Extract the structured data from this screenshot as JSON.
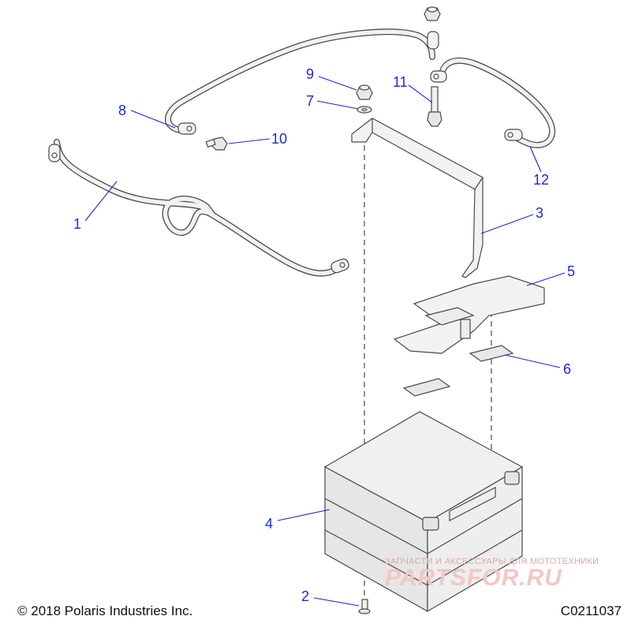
{
  "diagram": {
    "callouts": [
      "1",
      "2",
      "3",
      "4",
      "5",
      "6",
      "7",
      "8",
      "9",
      "10",
      "11",
      "12"
    ]
  },
  "footer": {
    "copyright": "© 2018 Polaris Industries Inc.",
    "drawing_code": "C0211037"
  },
  "watermark": {
    "tagline": "ЗАПЧАСТИ И АКСЕССУАРЫ ДЛЯ МОТОТЕХНИКИ",
    "logo": "PARTSFOR.RU"
  }
}
